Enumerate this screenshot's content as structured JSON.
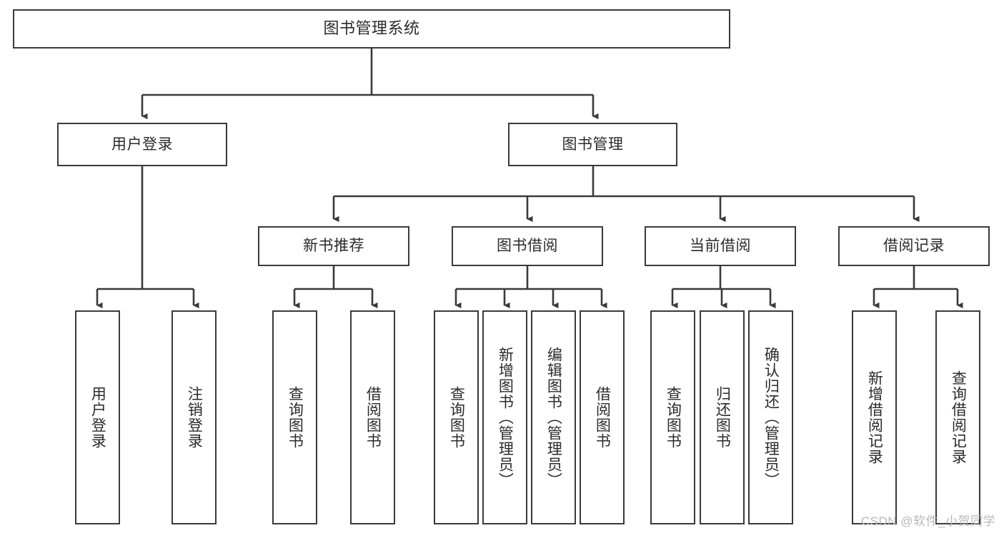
{
  "diagram": {
    "title": "图书管理系统",
    "watermark": "CSDN @软件_小贺同学",
    "colors": {
      "stroke": "#3a3a3a",
      "text": "#2b2b2b",
      "background": "#ffffff",
      "watermark": "#b9b9b9"
    },
    "root": {
      "label": "图书管理系统"
    },
    "level2": [
      {
        "label": "用户登录"
      },
      {
        "label": "图书管理"
      }
    ],
    "level3": [
      {
        "label": "新书推荐"
      },
      {
        "label": "图书借阅"
      },
      {
        "label": "当前借阅"
      },
      {
        "label": "借阅记录"
      }
    ],
    "leaves": {
      "user_login": [
        {
          "label": "用户登录"
        },
        {
          "label": "注销登录"
        }
      ],
      "new_book_recommend": [
        {
          "label": "查询图书"
        },
        {
          "label": "借阅图书"
        }
      ],
      "book_borrow": [
        {
          "label": "查询图书"
        },
        {
          "label": "新增图书（管理员）"
        },
        {
          "label": "编辑图书（管理员）"
        },
        {
          "label": "借阅图书"
        }
      ],
      "current_borrow": [
        {
          "label": "查询图书"
        },
        {
          "label": "归还图书"
        },
        {
          "label": "确认归还（管理员）"
        }
      ],
      "borrow_record": [
        {
          "label": "新增借阅记录"
        },
        {
          "label": "查询借阅记录"
        }
      ]
    }
  }
}
